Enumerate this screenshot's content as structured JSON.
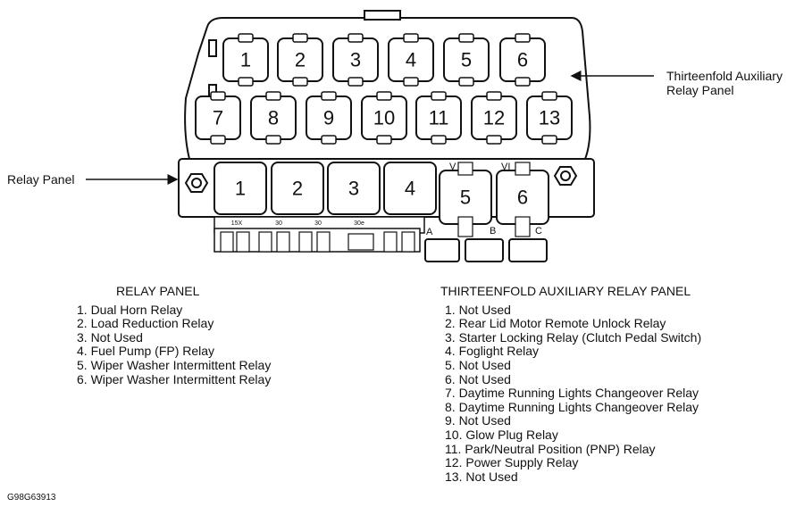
{
  "callouts": {
    "aux_panel_line1": "Thirteenfold Auxiliary",
    "aux_panel_line2": "Relay Panel",
    "relay_panel": "Relay Panel"
  },
  "aux_relay_numbers": [
    "1",
    "2",
    "3",
    "4",
    "5",
    "6",
    "7",
    "8",
    "9",
    "10",
    "11",
    "12",
    "13"
  ],
  "relay_panel_numbers": [
    "1",
    "2",
    "3",
    "4",
    "5",
    "6"
  ],
  "roman_markers": [
    "V",
    "VI"
  ],
  "connector_letters": [
    "A",
    "B",
    "C"
  ],
  "terminal_labels": [
    "15X",
    "30",
    "30",
    "30e"
  ],
  "relay_panel_legend": {
    "heading": "RELAY PANEL",
    "items": [
      "1. Dual Horn Relay",
      "2. Load Reduction Relay",
      "3. Not Used",
      "4. Fuel Pump (FP) Relay",
      "5. Wiper Washer Intermittent Relay",
      "6. Wiper Washer Intermittent Relay"
    ]
  },
  "aux_relay_legend": {
    "heading": "THIRTEENFOLD AUXILIARY RELAY PANEL",
    "items": [
      "1. Not Used",
      "2. Rear Lid Motor Remote Unlock Relay",
      "3. Starter Locking Relay (Clutch Pedal Switch)",
      "4. Foglight Relay",
      "5. Not Used",
      "6. Not Used",
      "7. Daytime Running Lights Changeover Relay",
      "8. Daytime Running Lights Changeover Relay",
      "9. Not Used",
      "10. Glow Plug Relay",
      "11. Park/Neutral Position (PNP) Relay",
      "12. Power Supply Relay",
      "13. Not Used"
    ]
  },
  "figure_code": "G98G63913"
}
